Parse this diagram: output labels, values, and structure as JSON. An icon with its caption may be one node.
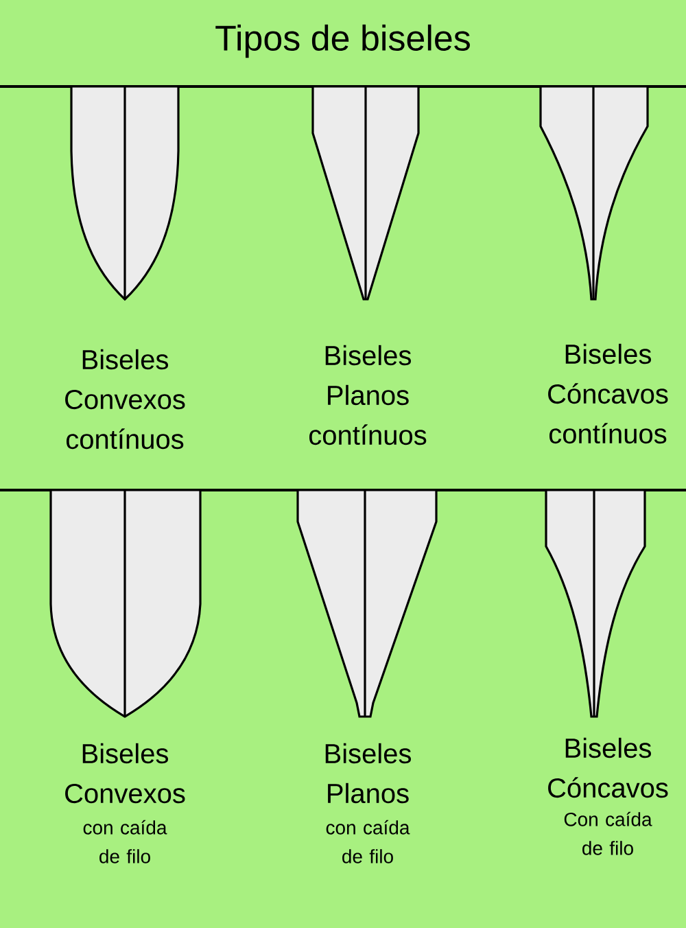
{
  "diagram": {
    "title": "Tipos de biseles",
    "labels": [
      "Biseles Convexos contínuos",
      "Biseles Planos contínuos",
      "Biseles Cóncavos contínuos",
      "Biseles Convexos",
      "con caída de filo",
      "Biseles Planos",
      "con caída de filo",
      "Biseles Cóncavos",
      "Con caída de filo"
    ]
  }
}
